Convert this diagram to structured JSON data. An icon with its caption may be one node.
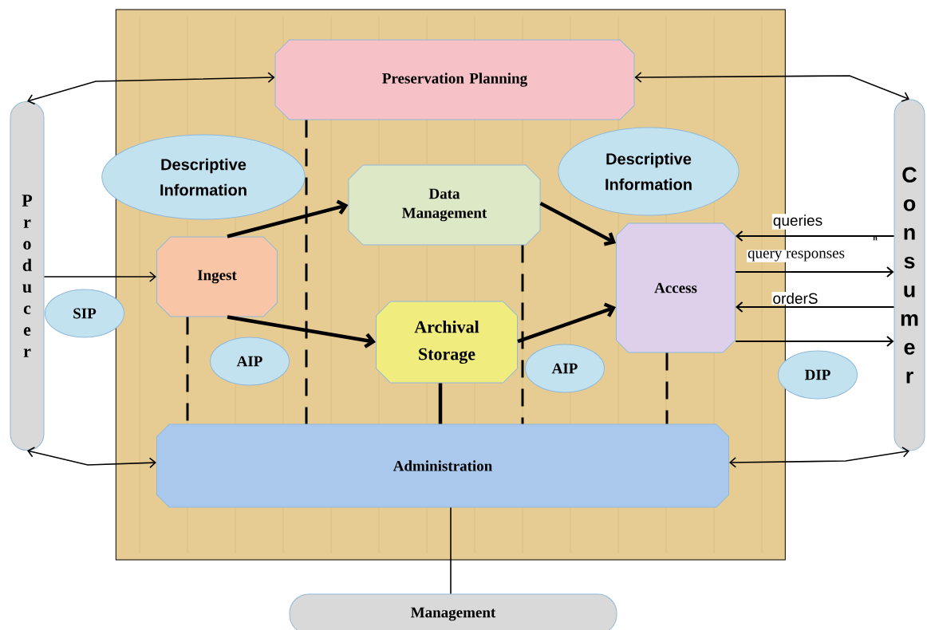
{
  "diagram": {
    "nodes": [
      {
        "text": [],
        "shape": "box"
      },
      {
        "text": [
          "Preservation Planning"
        ],
        "in": 0
      },
      {
        "text": [
          "Producer"
        ]
      },
      {
        "text": [
          "Descriptive Information"
        ],
        "in": 0
      },
      {
        "text": [
          "Data Management"
        ],
        "in": 0
      },
      {
        "text": [
          "Descriptive Information"
        ],
        "in": 0
      },
      {
        "text": [
          "Consumer"
        ]
      },
      {
        "text": [
          "Ingest"
        ],
        "in": 0
      },
      {
        "text": [
          "SIP"
        ]
      },
      {
        "text": [
          "Access"
        ],
        "in": 0
      },
      {
        "text": [
          "Archival Storage"
        ],
        "in": 0
      },
      {
        "text": [
          "AIP"
        ],
        "in": 0
      },
      {
        "text": [
          "AIP"
        ],
        "in": 0
      },
      {
        "text": [
          "DIP"
        ]
      },
      {
        "text": [
          "Administration"
        ],
        "in": 0
      },
      {
        "text": [
          "Management"
        ]
      }
    ],
    "edges": [
      {
        "from": 2,
        "to": 1,
        "arrow": "both"
      },
      {
        "from": 1,
        "to": 6,
        "arrow": "both"
      },
      {
        "from": 2,
        "to": 7,
        "arrow": "to"
      },
      {
        "from": 7,
        "to": 4,
        "arrow": "to",
        "style": "thick"
      },
      {
        "from": 7,
        "to": 10,
        "arrow": "to",
        "style": "thick"
      },
      {
        "from": 4,
        "to": 9,
        "arrow": "to",
        "style": "thick"
      },
      {
        "from": 10,
        "to": 9,
        "arrow": "to",
        "style": "thick"
      },
      {
        "from": 6,
        "to": 9,
        "arrow": "to",
        "label": "queries"
      },
      {
        "from": 9,
        "to": 6,
        "arrow": "to",
        "label": "query responses"
      },
      {
        "from": 6,
        "to": 9,
        "arrow": "to",
        "label": "orderS"
      },
      {
        "from": 9,
        "to": 6,
        "arrow": "to"
      },
      {
        "from": 2,
        "to": 14,
        "arrow": "both"
      },
      {
        "from": 14,
        "to": 6,
        "arrow": "both"
      },
      {
        "from": 14,
        "to": 15,
        "arrow": "none"
      },
      {
        "from": 1,
        "to": 14,
        "arrow": "none",
        "style": "dashed"
      },
      {
        "from": 7,
        "to": 14,
        "arrow": "none",
        "style": "dashed"
      },
      {
        "from": 4,
        "to": 14,
        "arrow": "none",
        "style": "dashed"
      },
      {
        "from": 10,
        "to": 14,
        "arrow": "none",
        "style": "thick"
      },
      {
        "from": 9,
        "to": 14,
        "arrow": "none",
        "style": "dashed"
      }
    ],
    "labels": [
      "n"
    ]
  }
}
